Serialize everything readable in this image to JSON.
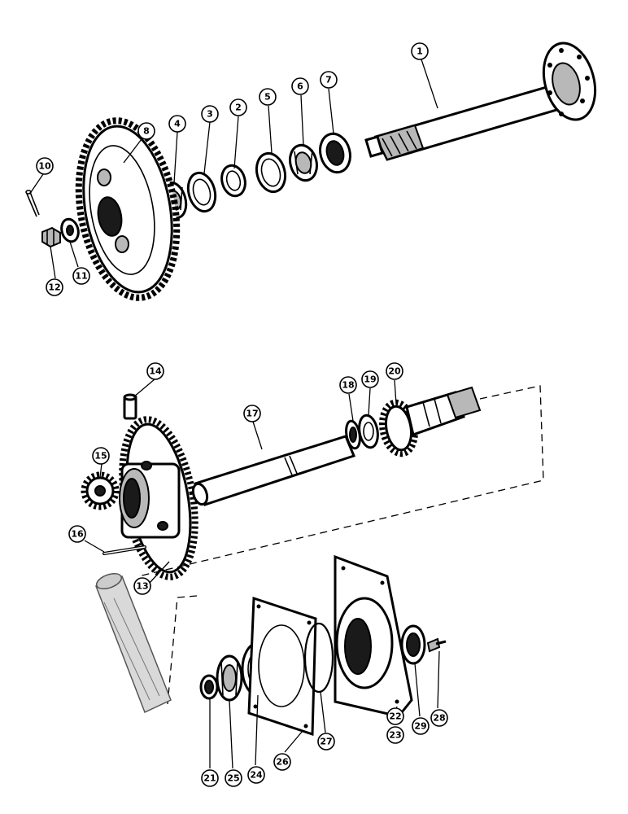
{
  "callouts": [
    {
      "id": "c1",
      "label": "1"
    },
    {
      "id": "c2",
      "label": "2"
    },
    {
      "id": "c3",
      "label": "3"
    },
    {
      "id": "c4",
      "label": "4"
    },
    {
      "id": "c5",
      "label": "5"
    },
    {
      "id": "c6",
      "label": "6"
    },
    {
      "id": "c7",
      "label": "7"
    },
    {
      "id": "c8",
      "label": "8"
    },
    {
      "id": "c10",
      "label": "10"
    },
    {
      "id": "c11",
      "label": "11"
    },
    {
      "id": "c12",
      "label": "12"
    },
    {
      "id": "c13",
      "label": "13"
    },
    {
      "id": "c14",
      "label": "14"
    },
    {
      "id": "c15",
      "label": "15"
    },
    {
      "id": "c16",
      "label": "16"
    },
    {
      "id": "c17",
      "label": "17"
    },
    {
      "id": "c18",
      "label": "18"
    },
    {
      "id": "c19",
      "label": "19"
    },
    {
      "id": "c20",
      "label": "20"
    },
    {
      "id": "c21",
      "label": "21"
    },
    {
      "id": "c22",
      "label": "22"
    },
    {
      "id": "c23",
      "label": "23"
    },
    {
      "id": "c24",
      "label": "24"
    },
    {
      "id": "c25",
      "label": "25"
    },
    {
      "id": "c26",
      "label": "26"
    },
    {
      "id": "c27",
      "label": "27"
    },
    {
      "id": "c28",
      "label": "28"
    },
    {
      "id": "c29",
      "label": "29"
    }
  ]
}
